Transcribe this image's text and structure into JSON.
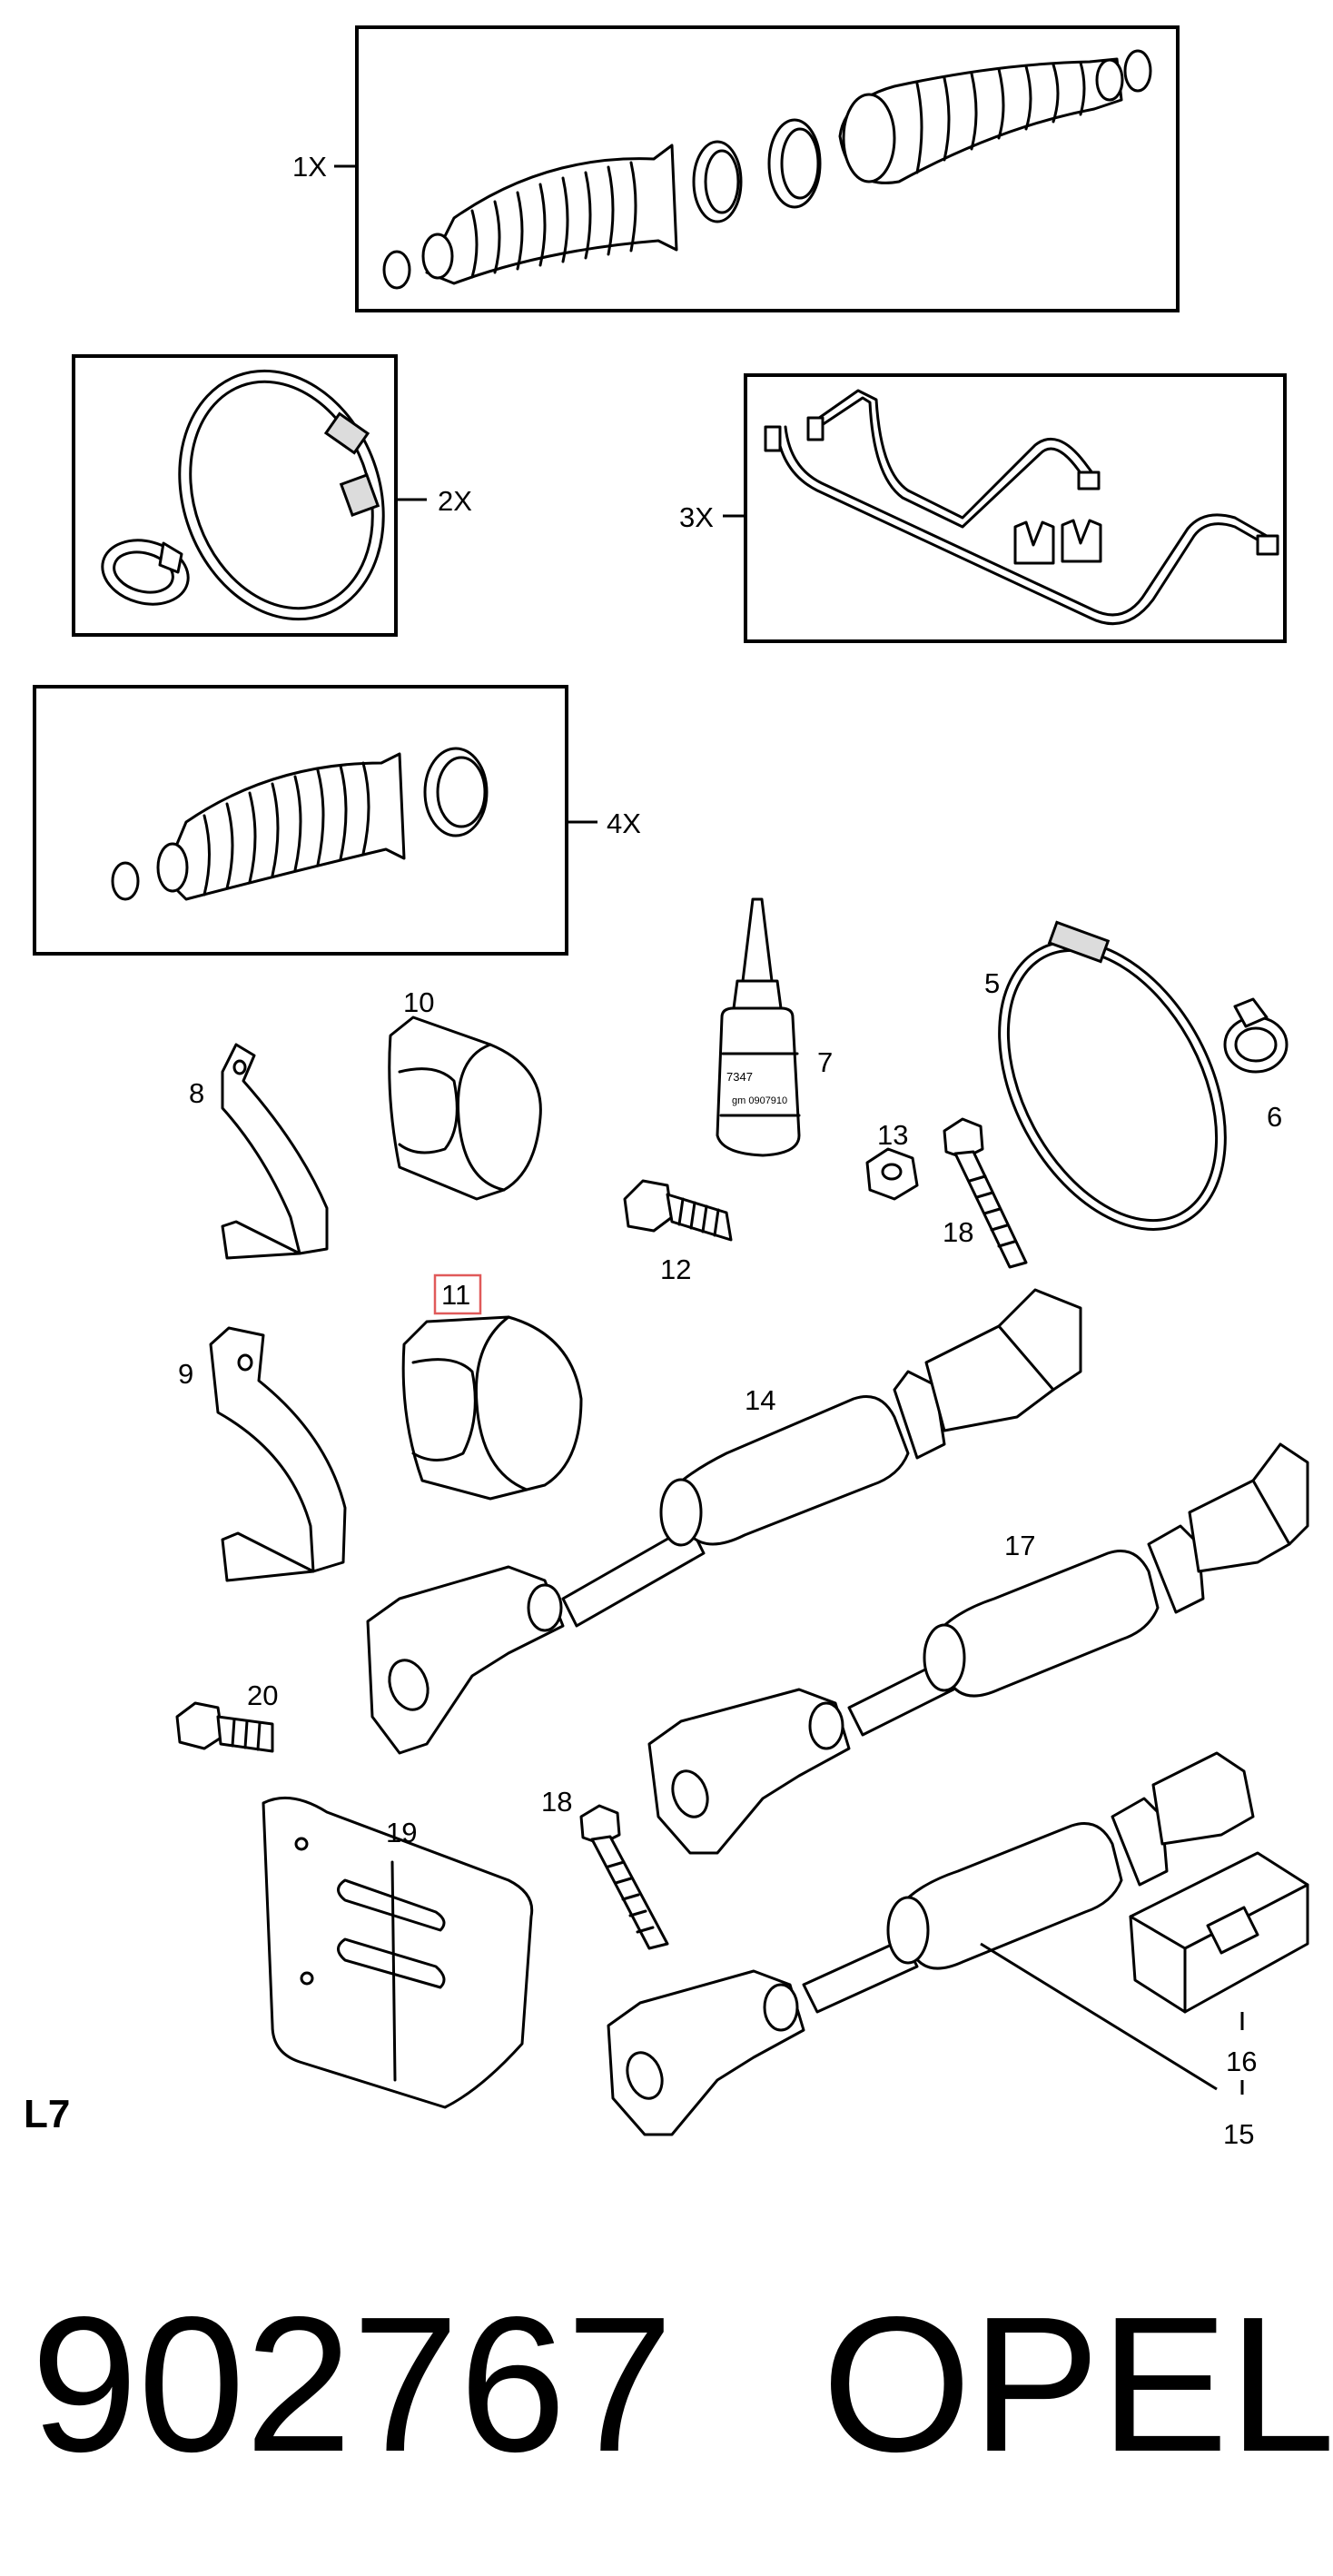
{
  "diagram": {
    "kits": [
      {
        "id": "kit-1",
        "label": "1X"
      },
      {
        "id": "kit-2",
        "label": "2X"
      },
      {
        "id": "kit-3",
        "label": "3X"
      },
      {
        "id": "kit-4",
        "label": "4X"
      }
    ],
    "callouts": [
      "5",
      "6",
      "7",
      "8",
      "9",
      "10",
      "11",
      "12",
      "13",
      "14",
      "16",
      "15",
      "17",
      "18",
      "18",
      "19",
      "20"
    ],
    "highlighted_callout": "11",
    "highlight_color": "#e05a5a",
    "bottle_label_lines": [
      "7347",
      "gm 0907910"
    ],
    "section_code": "L7"
  },
  "footer": {
    "part_number": "902767",
    "brand": "OPEL"
  }
}
